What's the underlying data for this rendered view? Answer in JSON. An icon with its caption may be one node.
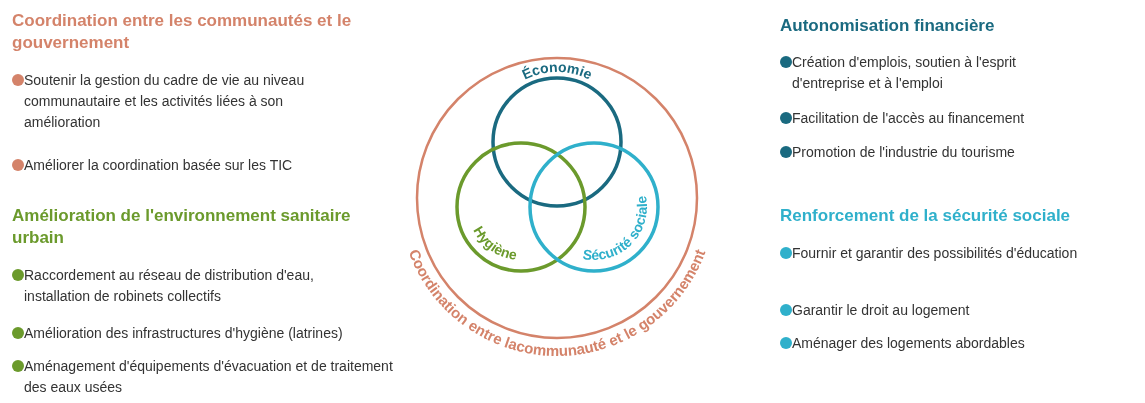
{
  "diagram": {
    "nodes": [
      {
        "text": [
          "Coordination entre lacommunauté et le gouvernement"
        ]
      },
      {
        "text": [
          "Économie"
        ],
        "in": 0
      },
      {
        "text": [
          "Hygiène"
        ],
        "in": 0
      },
      {
        "text": [
          "Sécurité sociale"
        ],
        "in": 0
      }
    ],
    "edges": [],
    "labels": [
      "Coordination entre les communautés et le gouvernement",
      "Soutenir la gestion du cadre de vie au niveau communautaire et les activités liées à son amélioration",
      "Améliorer la coordination basée sur les TIC",
      "Amélioration de l'environnement sanitaire urbain",
      "Raccordement au réseau de distribution d'eau, installation de robinets collectifs",
      "Amélioration des infrastructures d'hygiène (latrines)",
      "Aménagement d'équipements d'évacuation et de traitement des eaux usées",
      "Autonomisation financière",
      "Création d'emplois, soutien à l'esprit d'entreprise et à l'emploi",
      "Facilitation de l'accès au financement",
      "Promotion de l'industrie du tourisme",
      "Renforcement de la sécurité sociale",
      "Fournir et garantir des possibilités d'éducation",
      "Garantir le droit au logement",
      "Aménager des logements abordables"
    ]
  }
}
